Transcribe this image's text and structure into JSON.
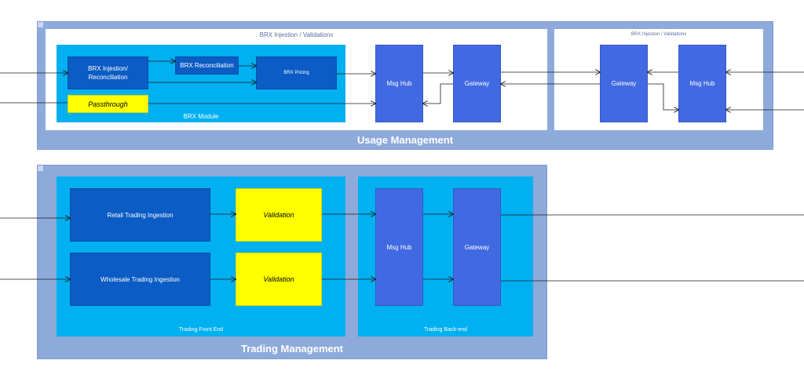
{
  "usage": {
    "title": "Usage Management",
    "left_panel_title": "BRX Injestion / Validationx",
    "right_panel_title": "BRX Injestion / Validationx",
    "module": {
      "label": "BRX Module",
      "injestion_label": "BRX Injestion/ Reconciliation",
      "reconciliation_label": "BRX Reconciliation",
      "pricing_label": "BRX Pricing",
      "passthrough_label": "Passthrough"
    },
    "left_msg_hub": "Msg Hub",
    "left_gateway": "Gateway",
    "right_gateway": "Gateway",
    "right_msg_hub": "Msg Hub"
  },
  "trading": {
    "title": "Trading Management",
    "front_end": {
      "label": "Trading Front End",
      "retail_label": "Retail Trading Ingestion",
      "wholesale_label": "Wholesale Trading Ingestion",
      "validation1": "Validation",
      "validation2": "Validation"
    },
    "back_end": {
      "label": "Trading Back-end",
      "msg_hub": "Msg Hub",
      "gateway": "Gateway"
    }
  },
  "colors": {
    "outer": "#8eaadb",
    "cyan": "#00b0f0",
    "dark_blue": "#0b5cc4",
    "royal_blue": "#4169e1",
    "yellow": "#ffff00"
  }
}
